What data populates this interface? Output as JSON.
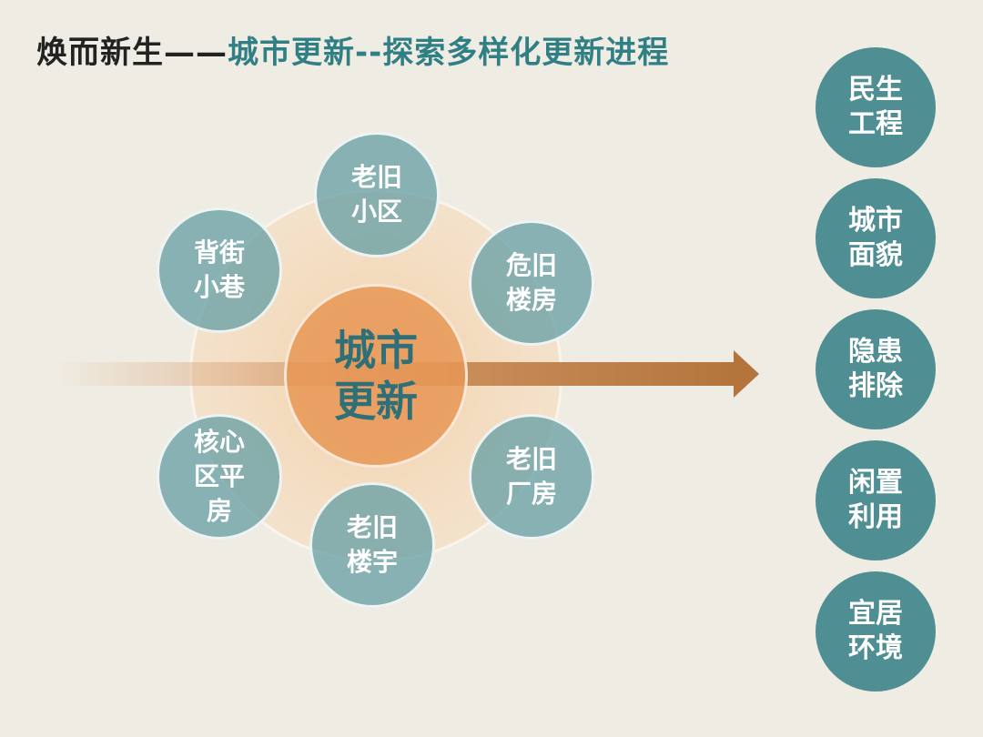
{
  "title": {
    "part1": "焕而新生——",
    "part2": "城市更新--探索多样化更新进程"
  },
  "center": {
    "label": "城市更新"
  },
  "petals": [
    {
      "label": "老旧小区"
    },
    {
      "label": "危旧楼房"
    },
    {
      "label": "老旧厂房"
    },
    {
      "label": "老旧楼宇"
    },
    {
      "label": "核心区平房"
    },
    {
      "label": "背街小巷"
    }
  ],
  "goals": [
    {
      "label": "民生工程"
    },
    {
      "label": "城市面貌"
    },
    {
      "label": "隐患排除"
    },
    {
      "label": "闲置利用"
    },
    {
      "label": "宜居环境"
    }
  ],
  "colors": {
    "background": "#efece3",
    "teal_text": "#2f7f85",
    "petal_fill": "#69a0a5",
    "goal_fill": "#4f8e93",
    "center_fill": "#e79655",
    "arrow": "#b4743c"
  }
}
